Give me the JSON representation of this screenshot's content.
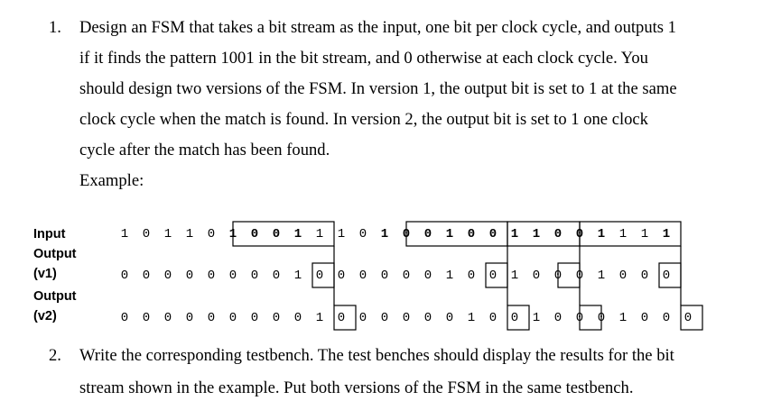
{
  "question1": {
    "number": "1.",
    "lines": [
      "Design an FSM that takes a bit stream as the input, one bit per clock cycle, and outputs 1",
      "if it finds the pattern 1001 in the bit stream, and 0 otherwise at each clock cycle. You",
      "should design two versions of the FSM. In version 1, the output bit is set to 1 at the same",
      "clock cycle when the match is found. In version 2, the output bit is set to 1 one clock",
      "cycle after the match has been found.",
      "Example:"
    ]
  },
  "example": {
    "input_label": "Input",
    "v1_label_line1": "Output",
    "v1_label_line2": "(v1)",
    "v2_label_line1": "Output",
    "v2_label_line2": "(v2)",
    "input_bits": [
      "1",
      "0",
      "1",
      "1",
      "0",
      "1",
      "0",
      "0",
      "1",
      "1",
      "1",
      "0",
      "1",
      "0",
      "0",
      "1",
      "0",
      "0",
      "1",
      "1",
      "0",
      "0",
      "1",
      "1",
      "1",
      "1"
    ],
    "output_v1": [
      "0",
      "0",
      "0",
      "0",
      "0",
      "0",
      "0",
      "0",
      "1",
      "0",
      "0",
      "0",
      "0",
      "0",
      "0",
      "1",
      "0",
      "0",
      "1",
      "0",
      "0",
      "0",
      "1",
      "0",
      "0",
      "0"
    ],
    "output_v2": [
      "0",
      "0",
      "0",
      "0",
      "0",
      "0",
      "0",
      "0",
      "0",
      "1",
      "0",
      "0",
      "0",
      "0",
      "0",
      "0",
      "1",
      "0",
      "0",
      "1",
      "0",
      "0",
      "0",
      "1",
      "0",
      "0",
      "0"
    ]
  },
  "question2": {
    "number": "2.",
    "lines": [
      "Write the corresponding testbench. The test benches should display the results for the bit",
      "stream shown in the example. Put both versions of the FSM in the same testbench."
    ]
  }
}
